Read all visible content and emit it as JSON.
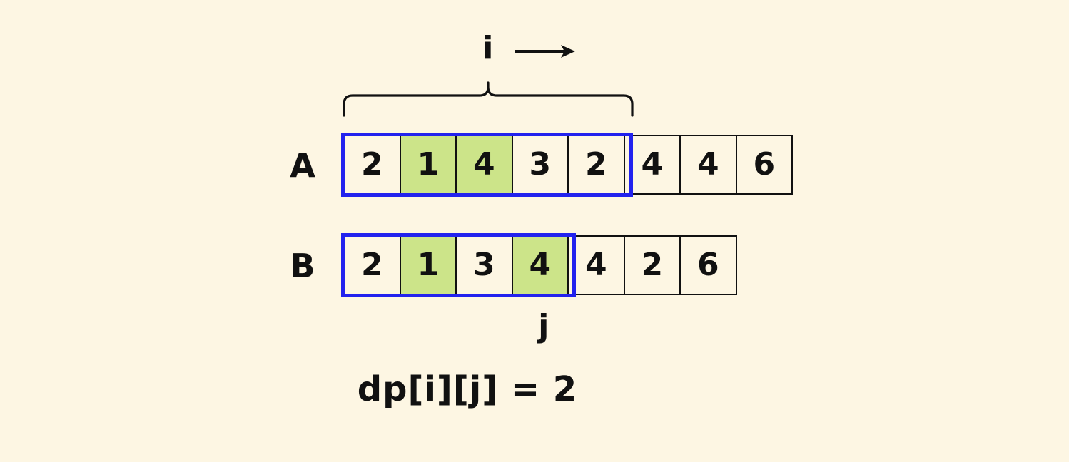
{
  "colors": {
    "background": "#FDF6E3",
    "cell_border": "#111111",
    "highlight": "#CCE489",
    "prefix_box": "#2222EE",
    "text": "#111111"
  },
  "annotations": {
    "i_label": "i",
    "j_label": "j",
    "arrow_icon": "right-arrow-icon",
    "brace_icon": "curly-brace-icon"
  },
  "rows": [
    {
      "name": "A",
      "label": "A",
      "prefix_length": 5,
      "cells": [
        {
          "value": "2",
          "highlighted": false
        },
        {
          "value": "1",
          "highlighted": true
        },
        {
          "value": "4",
          "highlighted": true
        },
        {
          "value": "3",
          "highlighted": false
        },
        {
          "value": "2",
          "highlighted": false
        },
        {
          "value": "4",
          "highlighted": false
        },
        {
          "value": "4",
          "highlighted": false
        },
        {
          "value": "6",
          "highlighted": false
        }
      ]
    },
    {
      "name": "B",
      "label": "B",
      "prefix_length": 4,
      "cells": [
        {
          "value": "2",
          "highlighted": false
        },
        {
          "value": "1",
          "highlighted": true
        },
        {
          "value": "3",
          "highlighted": false
        },
        {
          "value": "4",
          "highlighted": true
        },
        {
          "value": "4",
          "highlighted": false
        },
        {
          "value": "2",
          "highlighted": false
        },
        {
          "value": "6",
          "highlighted": false
        }
      ]
    }
  ],
  "formula": {
    "text": "dp[i][j] = 2",
    "value": 2
  }
}
